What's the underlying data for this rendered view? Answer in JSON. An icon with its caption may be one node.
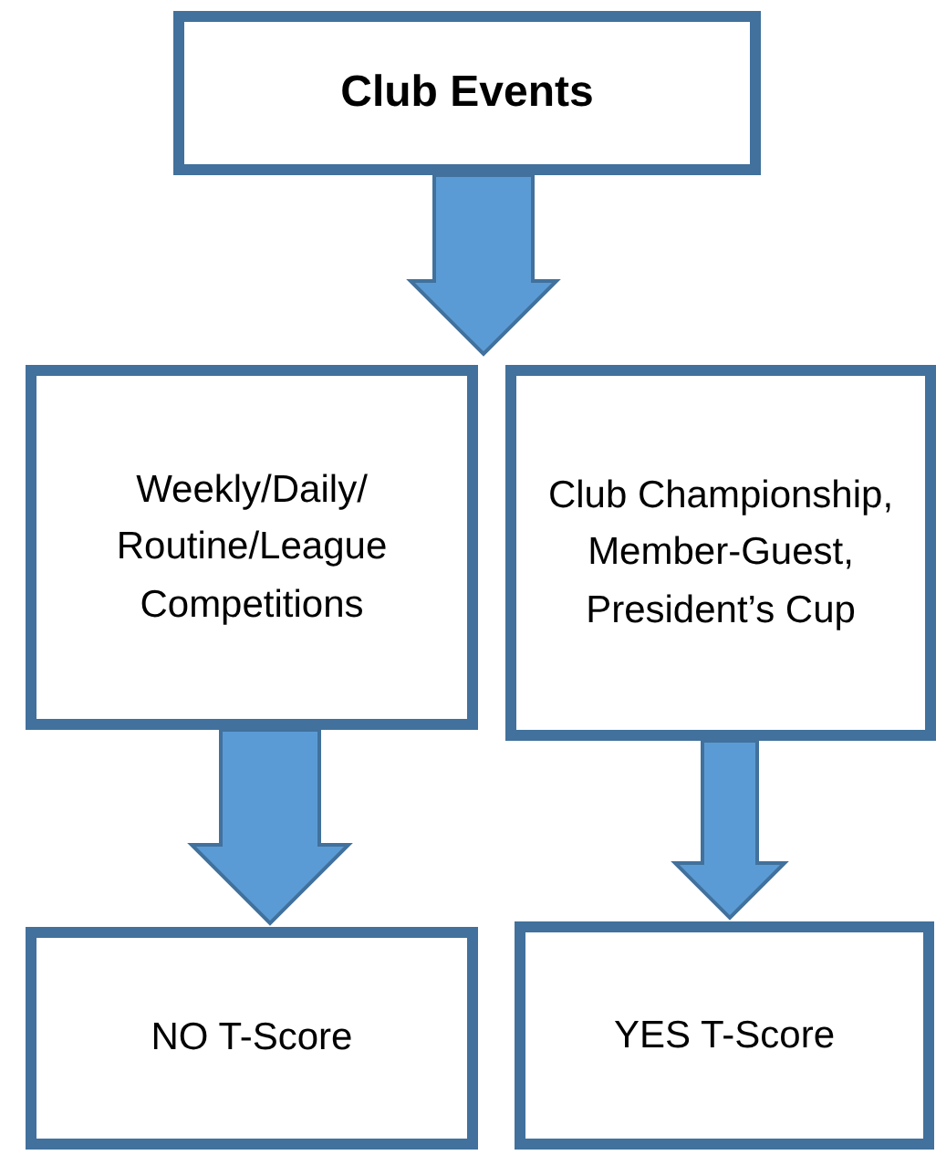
{
  "diagram": {
    "nodes": [
      {
        "text": [
          "Club Events"
        ]
      },
      {
        "text": [
          "Weekly/Daily/ Routine/League Competitions"
        ]
      },
      {
        "text": [
          "Club Championship, Member-Guest, President’s Cup"
        ]
      },
      {
        "text": [
          "NO T-Score"
        ]
      },
      {
        "text": [
          "YES T-Score"
        ]
      }
    ],
    "edges": [
      {
        "from": 0,
        "to": 1,
        "arrow": "to"
      },
      {
        "from": 0,
        "to": 2,
        "arrow": "to"
      },
      {
        "from": 1,
        "to": 3,
        "arrow": "to"
      },
      {
        "from": 2,
        "to": 4,
        "arrow": "to"
      }
    ]
  }
}
